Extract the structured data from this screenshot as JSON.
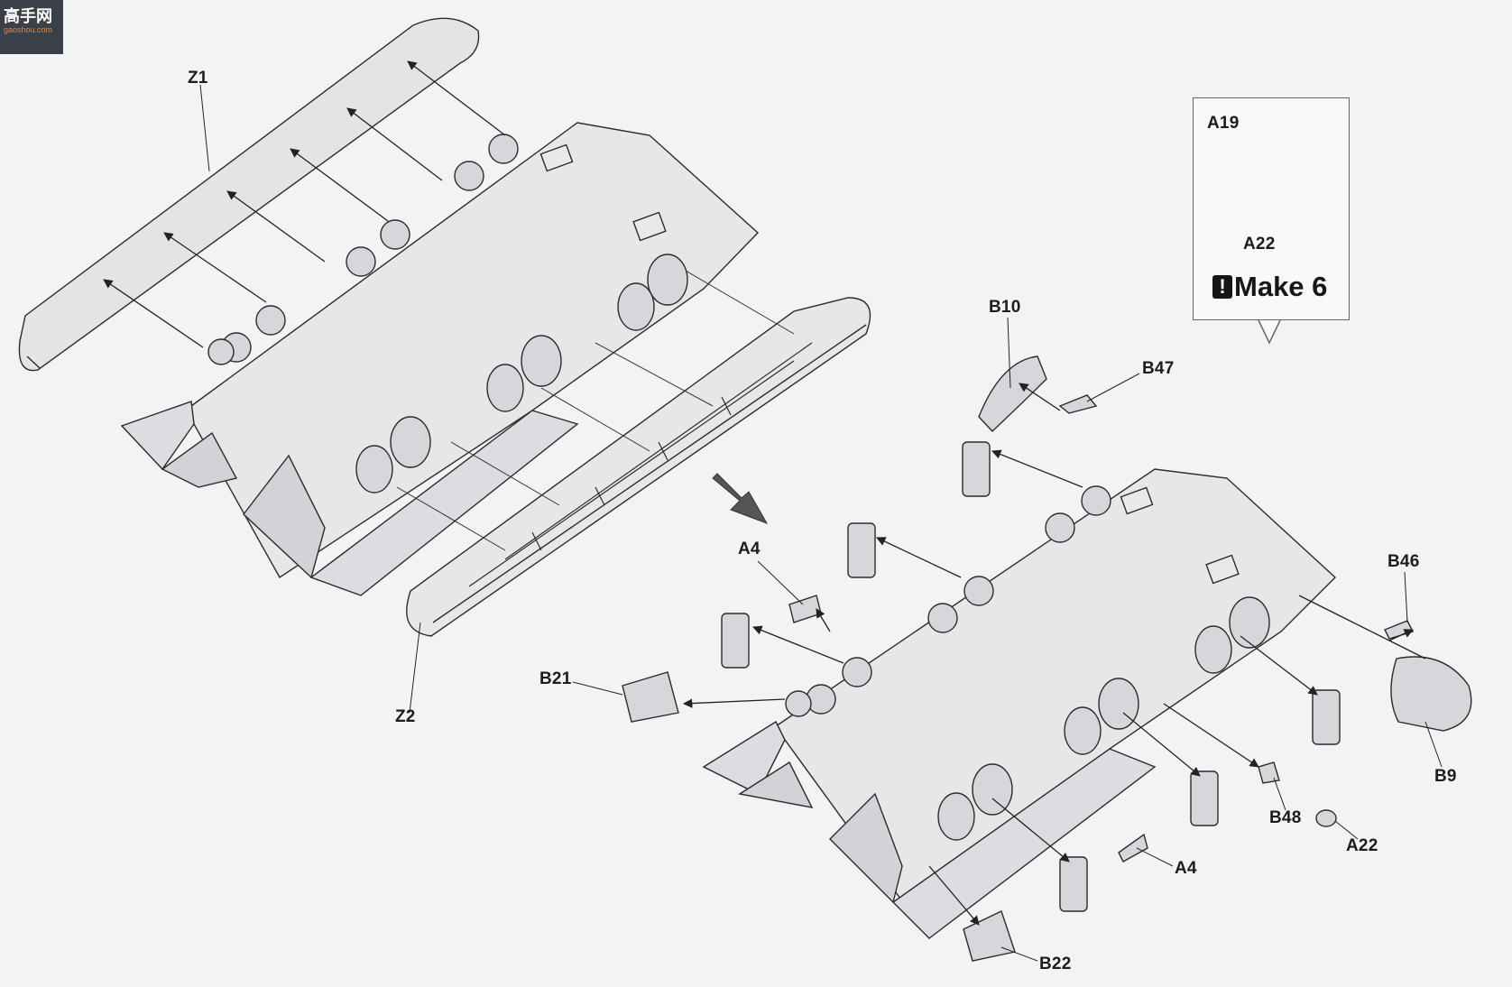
{
  "logo": {
    "text": "高手网",
    "subtext": "gaoshou.com"
  },
  "labels": {
    "z1": "Z1",
    "z2": "Z2",
    "a4_top": "A4",
    "a4_bottom": "A4",
    "b10": "B10",
    "b47": "B47",
    "b46": "B46",
    "b9": "B9",
    "b21": "B21",
    "b22": "B22",
    "b48": "B48",
    "a22": "A22"
  },
  "inset": {
    "a19": "A19",
    "a22": "A22",
    "make_text": "Make 6",
    "excl": "!"
  },
  "colors": {
    "background": "#f2f3f5",
    "part_fill": "#e3e4e6",
    "line": "#2b2b2b"
  }
}
